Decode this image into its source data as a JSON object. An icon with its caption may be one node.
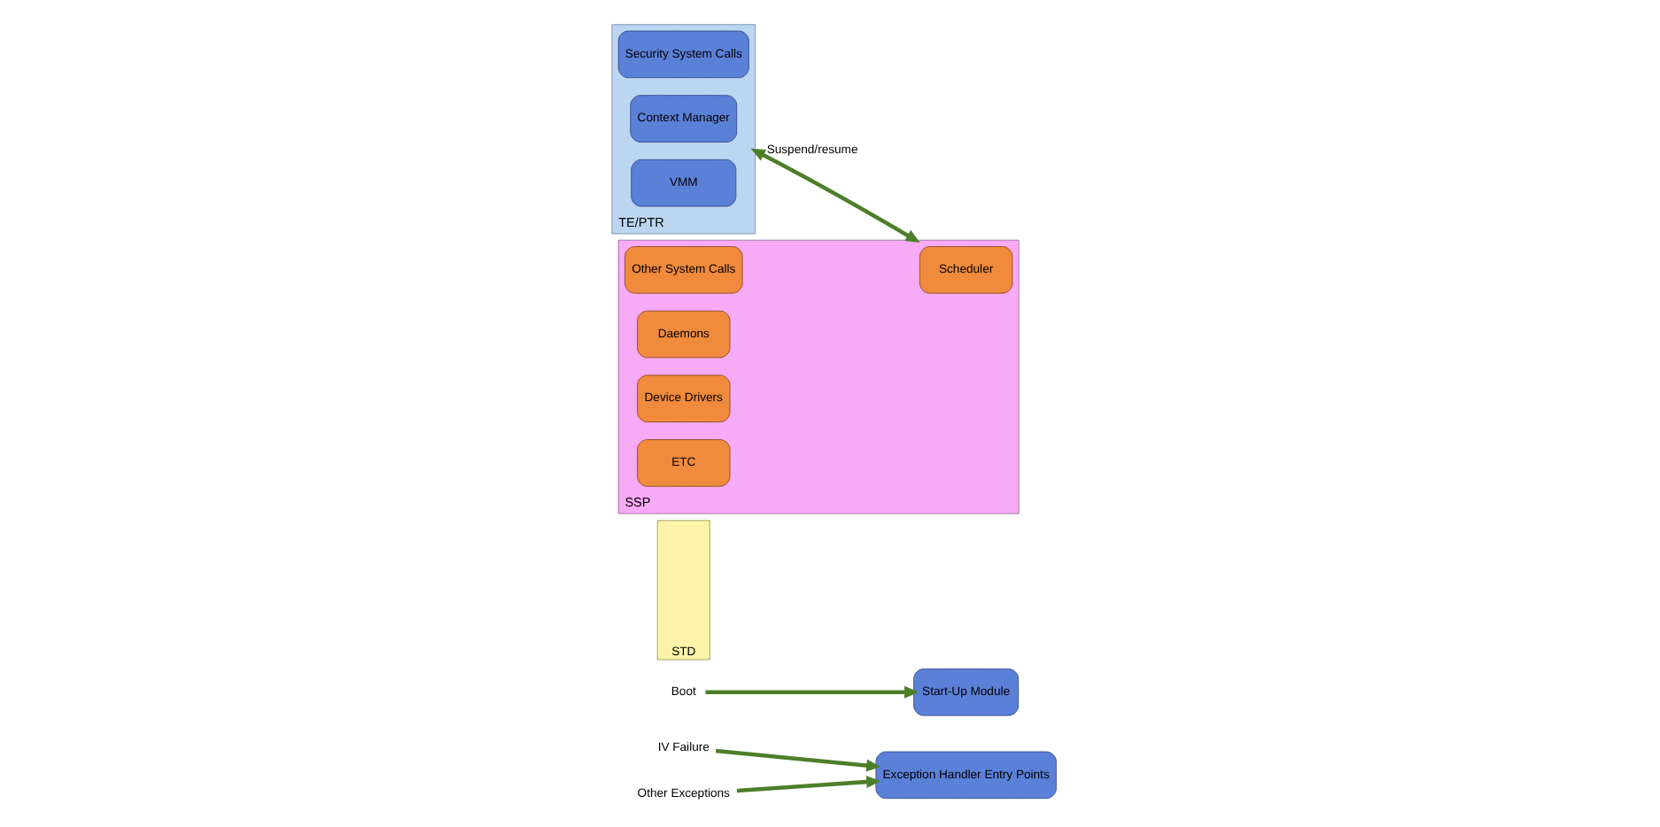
{
  "diagram": {
    "nodes": [
      {
        "text": [
          "IV Failure"
        ]
      },
      {
        "text": [
          "Other Exceptions"
        ]
      },
      {
        "text": [
          "Boot"
        ]
      },
      {
        "text": [
          "STD"
        ]
      },
      {
        "text": [
          "TE/PTR"
        ]
      },
      {
        "text": [
          "Exception Handler Entry Points"
        ]
      },
      {
        "text": [
          "Security System Calls"
        ],
        "in": 4
      },
      {
        "text": [
          "Start-Up Module"
        ]
      },
      {
        "text": [
          "Context Manager"
        ],
        "in": 4
      },
      {
        "text": [
          "VMM"
        ],
        "in": 4
      },
      {
        "text": [
          "SSP"
        ]
      },
      {
        "text": [
          "Other System Calls"
        ],
        "in": 10
      },
      {
        "text": [
          "Daemons"
        ],
        "in": 10
      },
      {
        "text": [
          "Scheduler"
        ],
        "in": 10
      },
      {
        "text": [
          "Device Drivers"
        ],
        "in": 10
      },
      {
        "text": [
          "ETC"
        ],
        "in": 10
      }
    ],
    "edges": [
      {
        "from": 0,
        "to": 5,
        "arrow": "to"
      },
      {
        "from": 1,
        "to": 5,
        "arrow": "to"
      },
      {
        "from": 2,
        "to": 7,
        "arrow": "to"
      },
      {
        "from": 4,
        "to": 10,
        "arrow": "both",
        "label": "Suspend/resume"
      }
    ]
  }
}
